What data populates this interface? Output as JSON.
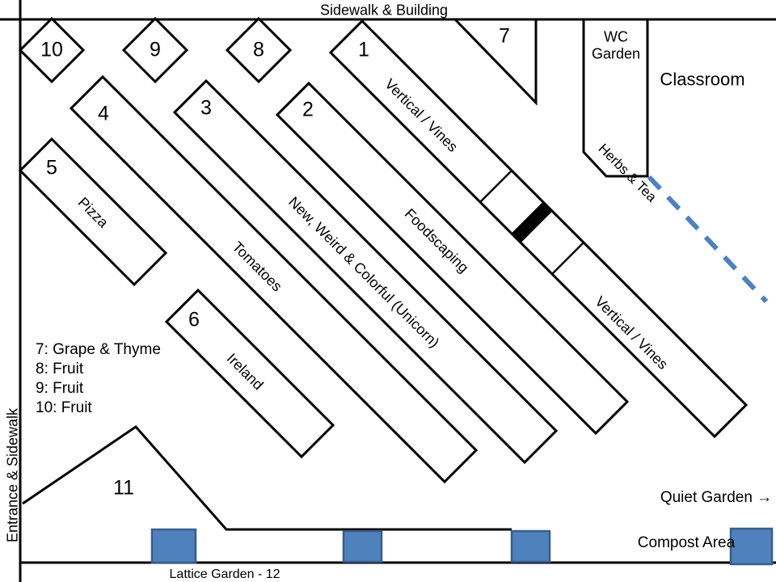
{
  "edges": {
    "top": "Sidewalk & Building",
    "left": "Entrance & Sidewalk",
    "bottom_note": "Lattice Garden - 12"
  },
  "areas": {
    "classroom": "Classroom",
    "wc_garden": "WC\nGarden",
    "herbs_tea": "Herbs & Tea",
    "quiet_garden": "Quiet Garden →",
    "compost": "Compost Area"
  },
  "beds": {
    "bed1": {
      "number": "1",
      "name": "Vertical / Vines",
      "name2": "Vertical / Vines"
    },
    "bed2": {
      "number": "2",
      "name": "Foodscaping"
    },
    "bed3": {
      "number": "3",
      "name": "New, Weird & Colorful (Unicorn)"
    },
    "bed4": {
      "number": "4",
      "name": "Tomatoes"
    },
    "bed5": {
      "number": "5",
      "name": "Pizza"
    },
    "bed6": {
      "number": "6",
      "name": "Ireland"
    },
    "bed7": {
      "number": "7"
    },
    "bed8": {
      "number": "8"
    },
    "bed9": {
      "number": "9"
    },
    "bed10": {
      "number": "10"
    },
    "bed11": {
      "number": "11"
    }
  },
  "legend": [
    "7: Grape & Thyme",
    "8: Fruit",
    "9: Fruit",
    "10: Fruit"
  ],
  "colors": {
    "line": "#000000",
    "accent_fill": "#4f81bd",
    "accent_border": "#385d8a",
    "dashed_line": "#4f81bd"
  }
}
